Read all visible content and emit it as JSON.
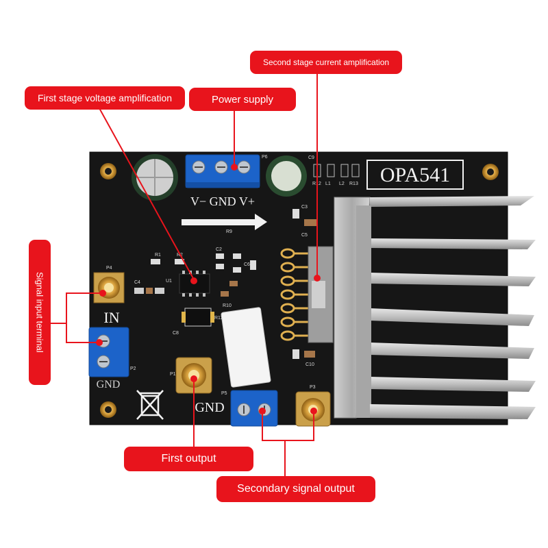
{
  "board": {
    "model": "OPA541",
    "power_header_label": "V− GND V+",
    "input_label": "IN",
    "input_gnd_label": "GND",
    "output_gnd_label": "GND",
    "silkscreen": {
      "p4": "P4",
      "p5": "P5",
      "p3": "P3",
      "p1": "P1",
      "p2": "P2",
      "p6": "P6",
      "r1": "R1",
      "r2": "R2",
      "r9": "R9",
      "r10": "R10",
      "r11": "R11",
      "r12": "R12",
      "r13": "R13",
      "c2": "C2",
      "c3": "C3",
      "c4": "C4",
      "c5": "C5",
      "c6": "C6",
      "c8": "C8",
      "c9": "C9",
      "c10": "C10",
      "u1": "U1",
      "l1": "L1",
      "l2": "L2"
    }
  },
  "callouts": {
    "second_stage": "Second stage current amplification",
    "first_stage": "First stage voltage amplification",
    "power_supply": "Power supply",
    "signal_input": "Signal input terminal",
    "first_output": "First output",
    "secondary_output": "Secondary signal output"
  },
  "colors": {
    "callout_red": "#e8141c",
    "pcb": "#161616",
    "terminal_blue": "#1c63c9",
    "gold": "#d8a640",
    "heatsink": "#b9b9b9",
    "leader_line": "#e8141c"
  }
}
